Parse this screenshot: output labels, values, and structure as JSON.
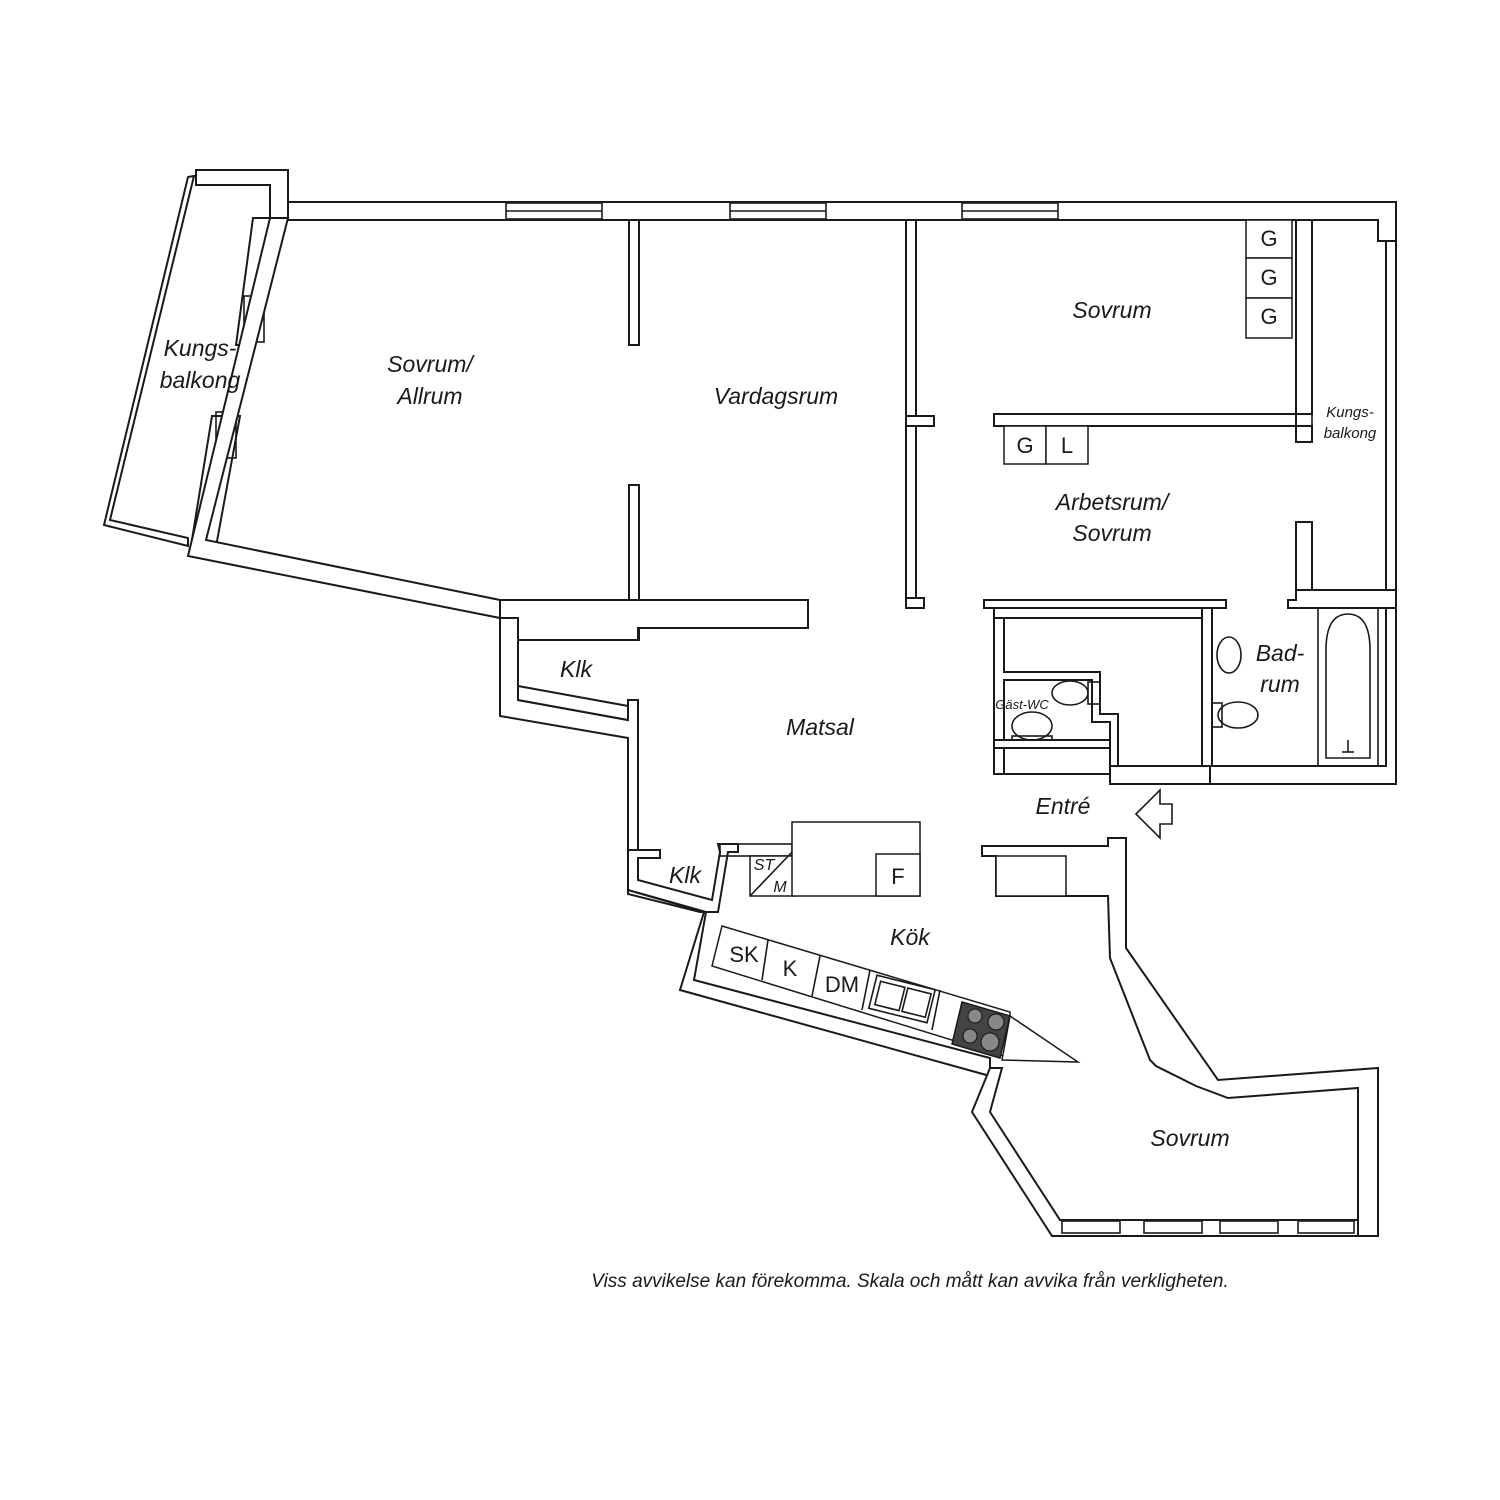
{
  "rooms": {
    "kungsbalkong_left_1": "Kungs-",
    "kungsbalkong_left_2": "balkong",
    "sovrum_allrum_1": "Sovrum/",
    "sovrum_allrum_2": "Allrum",
    "vardagsrum": "Vardagsrum",
    "sovrum_top": "Sovrum",
    "kungsbalkong_right_1": "Kungs-",
    "kungsbalkong_right_2": "balkong",
    "arbetsrum_1": "Arbetsrum/",
    "arbetsrum_2": "Sovrum",
    "klk_upper": "Klk",
    "matsal": "Matsal",
    "gast_wc": "Gäst-WC",
    "badrum_1": "Bad-",
    "badrum_2": "rum",
    "entre": "Entré",
    "klk_lower": "Klk",
    "kok": "Kök",
    "sovrum_bottom": "Sovrum"
  },
  "fixtures": {
    "garderob_1": "G",
    "garderob_2": "G",
    "garderob_3": "G",
    "garderob_4": "G",
    "linneskap": "L",
    "st": "ST",
    "m": "M",
    "f": "F",
    "sk": "SK",
    "k": "K",
    "dm": "DM"
  },
  "disclaimer": "Viss avvikelse kan förekomma. Skala och mått kan avvika från verkligheten."
}
